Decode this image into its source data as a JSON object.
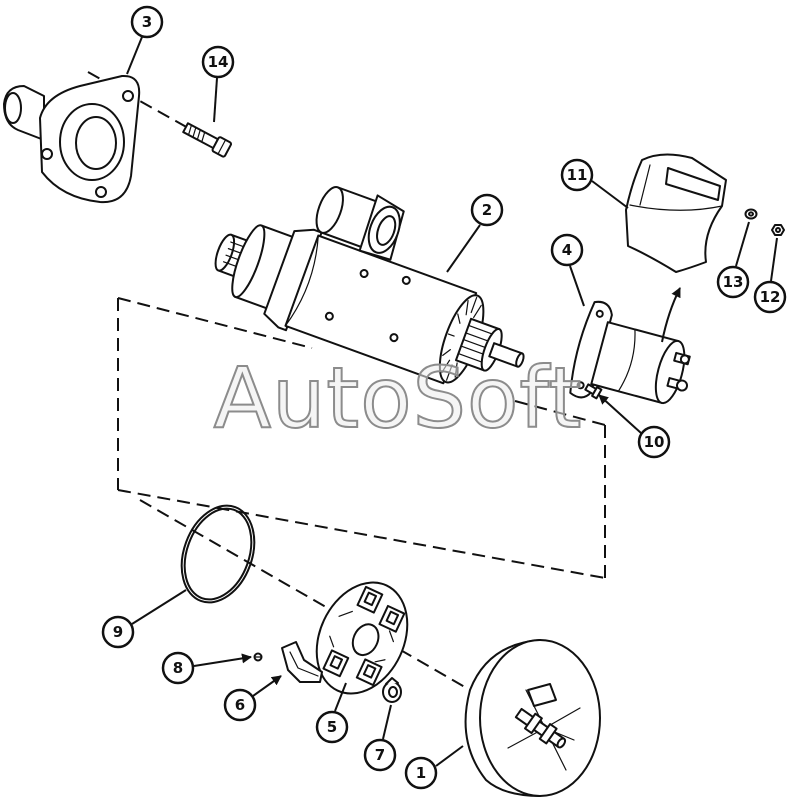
{
  "watermark": "AutoSoft",
  "colors": {
    "ink": "#111111",
    "watermark": "#8c8c8c"
  },
  "callouts": [
    {
      "label": "1"
    },
    {
      "label": "2"
    },
    {
      "label": "3"
    },
    {
      "label": "4"
    },
    {
      "label": "5"
    },
    {
      "label": "6"
    },
    {
      "label": "7"
    },
    {
      "label": "8"
    },
    {
      "label": "9"
    },
    {
      "label": "10"
    },
    {
      "label": "11"
    },
    {
      "label": "12"
    },
    {
      "label": "13"
    },
    {
      "label": "14"
    }
  ]
}
